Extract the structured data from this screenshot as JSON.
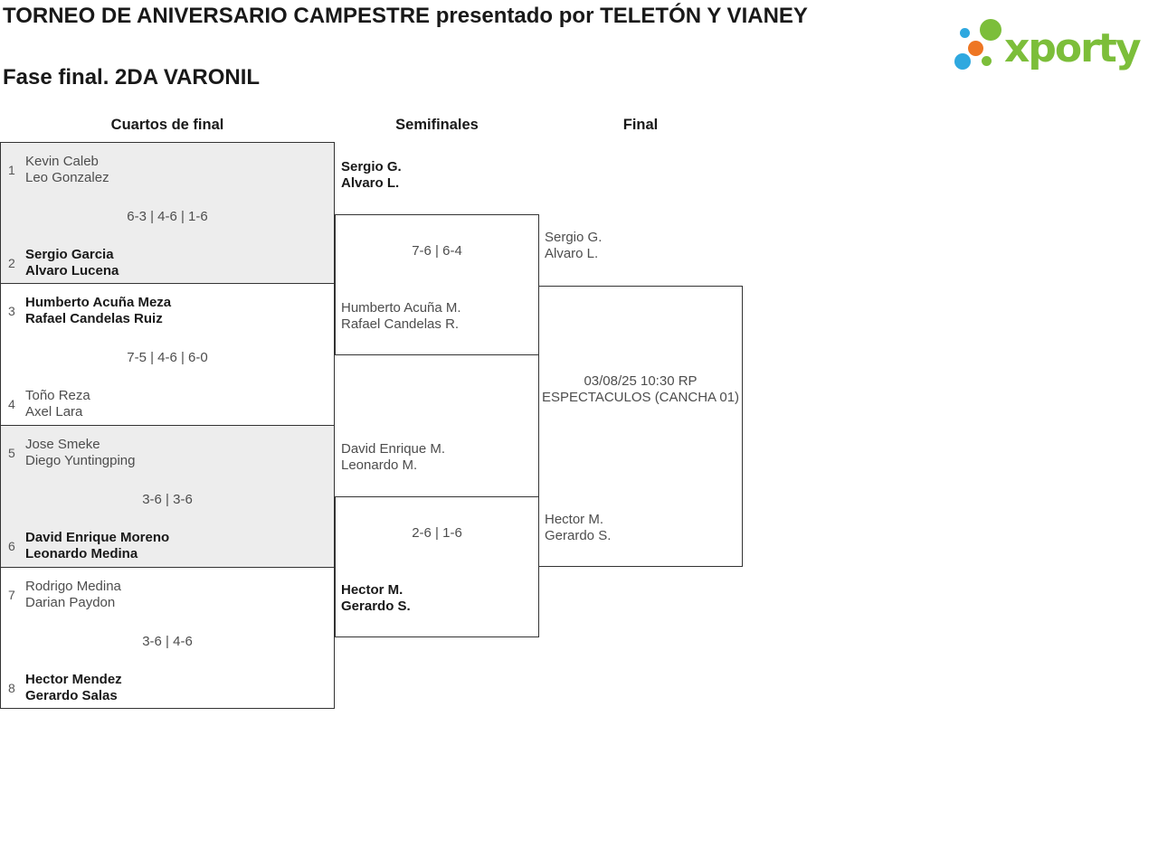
{
  "header": {
    "title": "TORNEO DE ANIVERSARIO CAMPESTRE presentado por TELETÓN Y VIANEY",
    "subtitle": "Fase final. 2DA VARONIL"
  },
  "logo": {
    "text": "xporty",
    "colors": {
      "green": "#7CBE3A",
      "blue": "#2FA8DF",
      "orange": "#EE7623"
    }
  },
  "columns": {
    "quarterfinals": "Cuartos de final",
    "semifinals": "Semifinales",
    "final": "Final"
  },
  "rounds": {
    "quarterfinals": [
      {
        "team1": {
          "seed": "1",
          "line1": "Kevin Caleb",
          "line2": "Leo Gonzalez",
          "winner": false
        },
        "score": "6-3 | 4-6 | 1-6",
        "team2": {
          "seed": "2",
          "line1": "Sergio Garcia",
          "line2": "Alvaro Lucena",
          "winner": true
        }
      },
      {
        "team1": {
          "seed": "3",
          "line1": "Humberto Acuña Meza",
          "line2": "Rafael Candelas Ruiz",
          "winner": true
        },
        "score": "7-5 | 4-6 | 6-0",
        "team2": {
          "seed": "4",
          "line1": "Toño Reza",
          "line2": "Axel Lara",
          "winner": false
        }
      },
      {
        "team1": {
          "seed": "5",
          "line1": "Jose Smeke",
          "line2": "Diego Yuntingping",
          "winner": false
        },
        "score": "3-6 | 3-6",
        "team2": {
          "seed": "6",
          "line1": "David Enrique Moreno",
          "line2": "Leonardo Medina",
          "winner": true
        }
      },
      {
        "team1": {
          "seed": "7",
          "line1": "Rodrigo Medina",
          "line2": "Darian Paydon",
          "winner": false
        },
        "score": "3-6 | 4-6",
        "team2": {
          "seed": "8",
          "line1": "Hector Mendez",
          "line2": "Gerardo Salas",
          "winner": true
        }
      }
    ],
    "semifinals": [
      {
        "team1": {
          "line1": "Sergio G.",
          "line2": "Alvaro L.",
          "winner": true
        },
        "score": "7-6 | 6-4",
        "team2": {
          "line1": "Humberto Acuña M.",
          "line2": "Rafael Candelas R.",
          "winner": false
        }
      },
      {
        "team1": {
          "line1": "David Enrique M.",
          "line2": "Leonardo M.",
          "winner": false
        },
        "score": "2-6 | 1-6",
        "team2": {
          "line1": "Hector M.",
          "line2": "Gerardo S.",
          "winner": true
        }
      }
    ],
    "final": {
      "team1": {
        "line1": "Sergio G.",
        "line2": "Alvaro L."
      },
      "schedule": {
        "line1": "03/08/25 10:30 RP",
        "line2": "ESPECTACULOS (CANCHA 01)"
      },
      "team2": {
        "line1": "Hector M.",
        "line2": "Gerardo S."
      }
    }
  }
}
